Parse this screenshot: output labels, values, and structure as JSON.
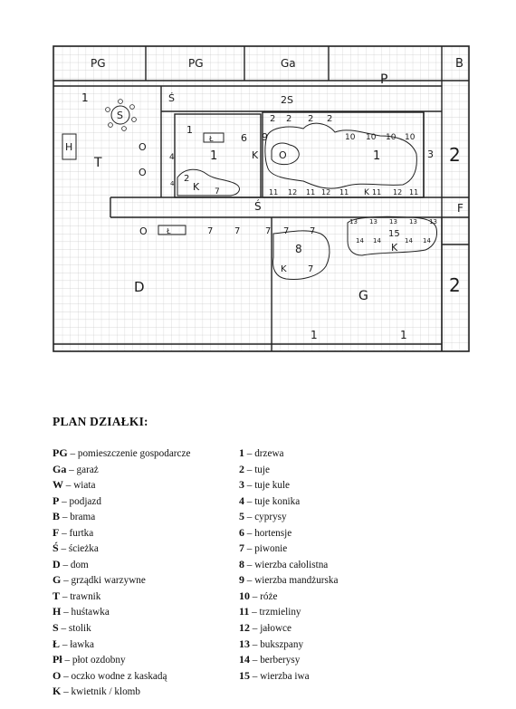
{
  "plan": {
    "top_row": [
      "PG",
      "PG",
      "Ga",
      "P",
      "B"
    ],
    "house_area": {
      "tree": "1",
      "table": "S",
      "swing": "H",
      "lawn": "T",
      "pond_markers": [
        "O",
        "O"
      ]
    },
    "path_vertical": "Ś",
    "fence_top": "2S",
    "middle_block": {
      "tree": "1",
      "bench": "Ł",
      "hydrangea": "6",
      "lawn": "1",
      "thuja": "4",
      "flowerbed": "K",
      "peony": "7",
      "marker": "K",
      "cypress": "2",
      "thuja_stack": "4"
    },
    "right_block": {
      "thuja_row": [
        "2",
        "2",
        "2",
        "2"
      ],
      "willow": "9",
      "pond": "O",
      "roses": [
        "10",
        "10",
        "10",
        "10"
      ],
      "lawn": "1",
      "thuja_ball": "3",
      "spindle_row": [
        "11",
        "12",
        "11",
        "12",
        "11",
        "K",
        "11",
        "12",
        "11"
      ]
    },
    "right_edge": [
      "2",
      "2"
    ],
    "gate": "F",
    "path_horizontal": "Ś",
    "lower_row": [
      "O",
      "Ł",
      "7",
      "7",
      "7",
      "7",
      "7"
    ],
    "lower_center": [
      "8",
      "K",
      "7"
    ],
    "lower_right": {
      "boxwood": [
        "13",
        "13",
        "13",
        "13",
        "13"
      ],
      "willow": "15",
      "barberry": [
        "14",
        "14",
        "14",
        "14"
      ],
      "flowerbed": "K"
    },
    "house": "D",
    "garden": "G",
    "bottom_trees": [
      "1",
      "1"
    ]
  },
  "legend": {
    "title": "PLAN DZIAŁKI:",
    "left": [
      {
        "code": "PG",
        "desc": "pomieszczenie gospodarcze"
      },
      {
        "code": "Ga",
        "desc": "garaż"
      },
      {
        "code": "W",
        "desc": "wiata"
      },
      {
        "code": "P",
        "desc": "podjazd"
      },
      {
        "code": "B",
        "desc": "brama"
      },
      {
        "code": "F",
        "desc": "furtka"
      },
      {
        "code": "Ś",
        "desc": "ścieżka"
      },
      {
        "code": "D",
        "desc": "dom"
      },
      {
        "code": "G",
        "desc": "grządki warzywne"
      },
      {
        "code": "T",
        "desc": "trawnik"
      },
      {
        "code": "H",
        "desc": "huśtawka"
      },
      {
        "code": "S",
        "desc": "stolik"
      },
      {
        "code": "Ł",
        "desc": "ławka"
      },
      {
        "code": "Pł",
        "desc": "płot ozdobny"
      },
      {
        "code": "O",
        "desc": "oczko wodne z kaskadą"
      },
      {
        "code": "K",
        "desc": "kwietnik / klomb"
      }
    ],
    "right": [
      {
        "code": "1",
        "desc": "drzewa"
      },
      {
        "code": "2",
        "desc": "tuje"
      },
      {
        "code": "3",
        "desc": "tuje kule"
      },
      {
        "code": "4",
        "desc": "tuje konika"
      },
      {
        "code": "5",
        "desc": "cyprysy"
      },
      {
        "code": "6",
        "desc": "hortensje"
      },
      {
        "code": "7",
        "desc": "piwonie"
      },
      {
        "code": "8",
        "desc": "wierzba całolistna"
      },
      {
        "code": "9",
        "desc": "wierzba mandżurska"
      },
      {
        "code": "10",
        "desc": "róże"
      },
      {
        "code": "11",
        "desc": "trzmieliny"
      },
      {
        "code": "12",
        "desc": "jałowce"
      },
      {
        "code": "13",
        "desc": "bukszpany"
      },
      {
        "code": "14",
        "desc": "berberysy"
      },
      {
        "code": "15",
        "desc": "wierzba iwa"
      }
    ],
    "separator": "–"
  }
}
